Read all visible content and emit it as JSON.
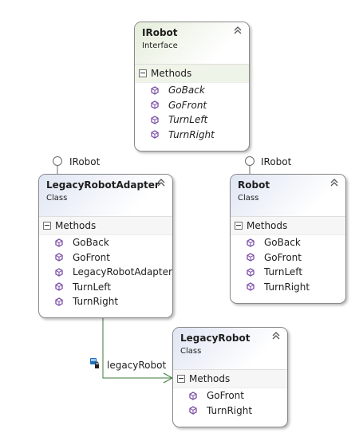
{
  "diagram": {
    "irobot": {
      "title": "IRobot",
      "kind": "Interface",
      "section": "Methods",
      "members": [
        "GoBack",
        "GoFront",
        "TurnLeft",
        "TurnRight"
      ]
    },
    "adapter": {
      "title": "LegacyRobotAdapter",
      "kind": "Class",
      "section": "Methods",
      "members": [
        "GoBack",
        "GoFront",
        "LegacyRobotAdapter",
        "TurnLeft",
        "TurnRight"
      ],
      "lollipop": "IRobot"
    },
    "robot": {
      "title": "Robot",
      "kind": "Class",
      "section": "Methods",
      "members": [
        "GoBack",
        "GoFront",
        "TurnLeft",
        "TurnRight"
      ],
      "lollipop": "IRobot"
    },
    "legacy": {
      "title": "LegacyRobot",
      "kind": "Class",
      "section": "Methods",
      "members": [
        "GoFront",
        "TurnRight"
      ]
    },
    "association": {
      "label": "legacyRobot"
    }
  },
  "colors": {
    "class_header": "#dfe5f3",
    "interface_header": "#e4edd9",
    "method_icon": "#7c4fa6",
    "association_line": "#3b7a3b"
  }
}
